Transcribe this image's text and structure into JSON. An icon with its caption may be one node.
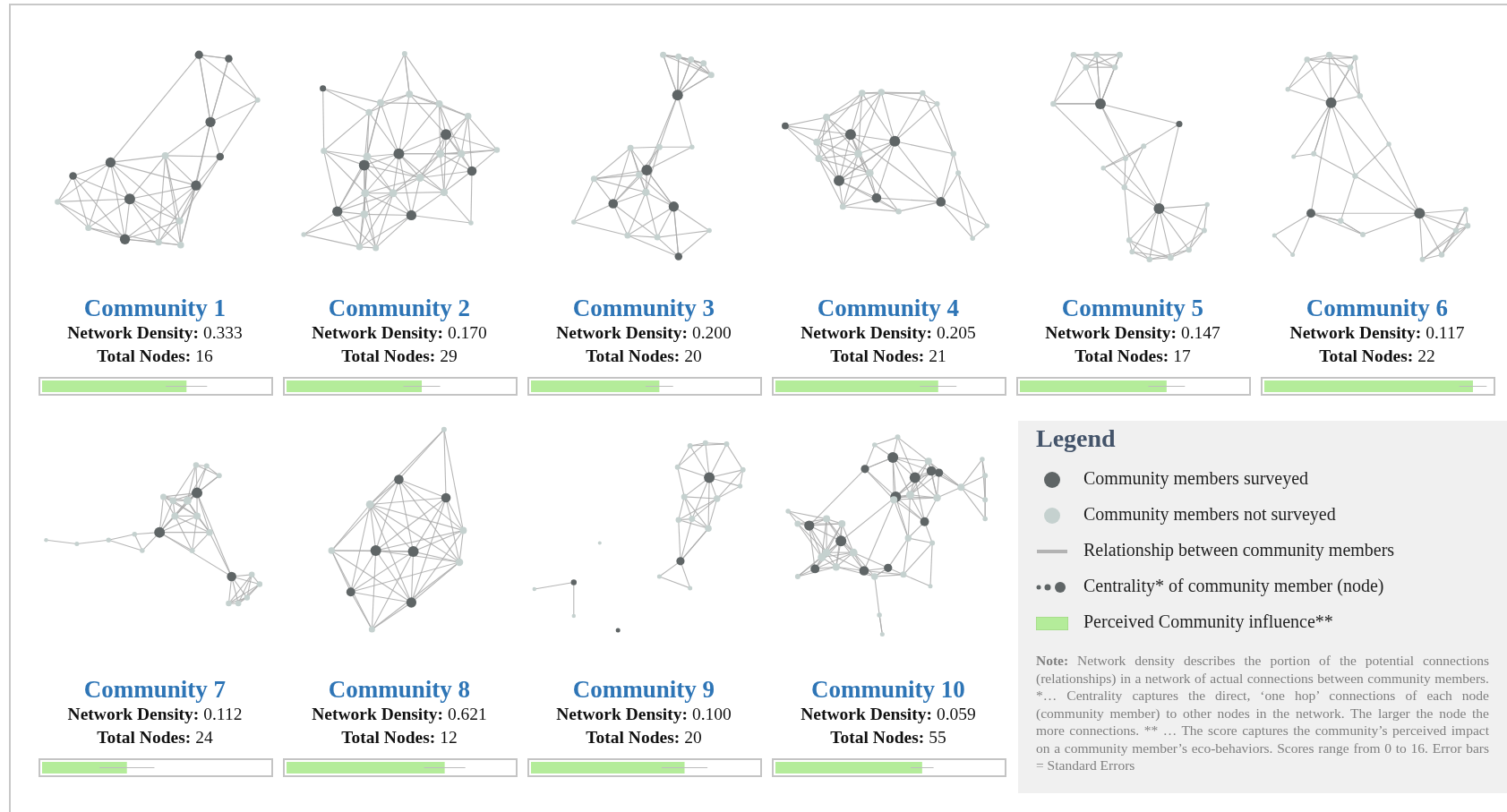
{
  "diagram": {
    "labels": [
      "Community 1",
      "**Network Density:** 0.333",
      "**Total Nodes:** 16",
      "Community 2",
      "**Network Density:** 0.170",
      "**Total Nodes:** 29",
      "Community 3",
      "**Network Density:** 0.200",
      "**Total Nodes:** 20",
      "Community 4",
      "**Network Density:** 0.205",
      "**Total Nodes:** 21",
      "Community 5",
      "**Network Density:** 0.147",
      "**Total Nodes:** 17",
      "Community 6",
      "**Network Density:** 0.117",
      "**Total Nodes:** 22",
      "Community 7",
      "**Network Density:** 0.112",
      "**Total Nodes:** 24",
      "Community 8",
      "**Network Density:** 0.621",
      "**Total Nodes:** 12",
      "Community 9",
      "**Network Density:** 0.100",
      "**Total Nodes:** 20",
      "Community 10",
      "**Network Density:** 0.059",
      "**Total Nodes:** 55",
      "Legend",
      "**Note:** Network density describes the portion of the potential connections (relationships) in a network of actual connections between community members. *… Centrality captures the direct, ‘one hop’ connections of each node (community member) to other nodes in the network. The larger the node the more connections. ** … The score captures the community’s perceived impact on a community member’s eco-behaviors. Scores range from 0 to 16. Error bars = Standard Errors"
    ],
    "legend": [
      {
        "text": "Community members surveyed",
        "color": "#5f6566"
      },
      {
        "text": "Community members not surveyed",
        "color": "#c5d1cf"
      },
      {
        "text": "Relationship between community members"
      },
      {
        "text": "Centrality* of community member (node)"
      },
      {
        "text": "Perceived Community influence**",
        "color": "#b4ec9a"
      }
    ]
  }
}
